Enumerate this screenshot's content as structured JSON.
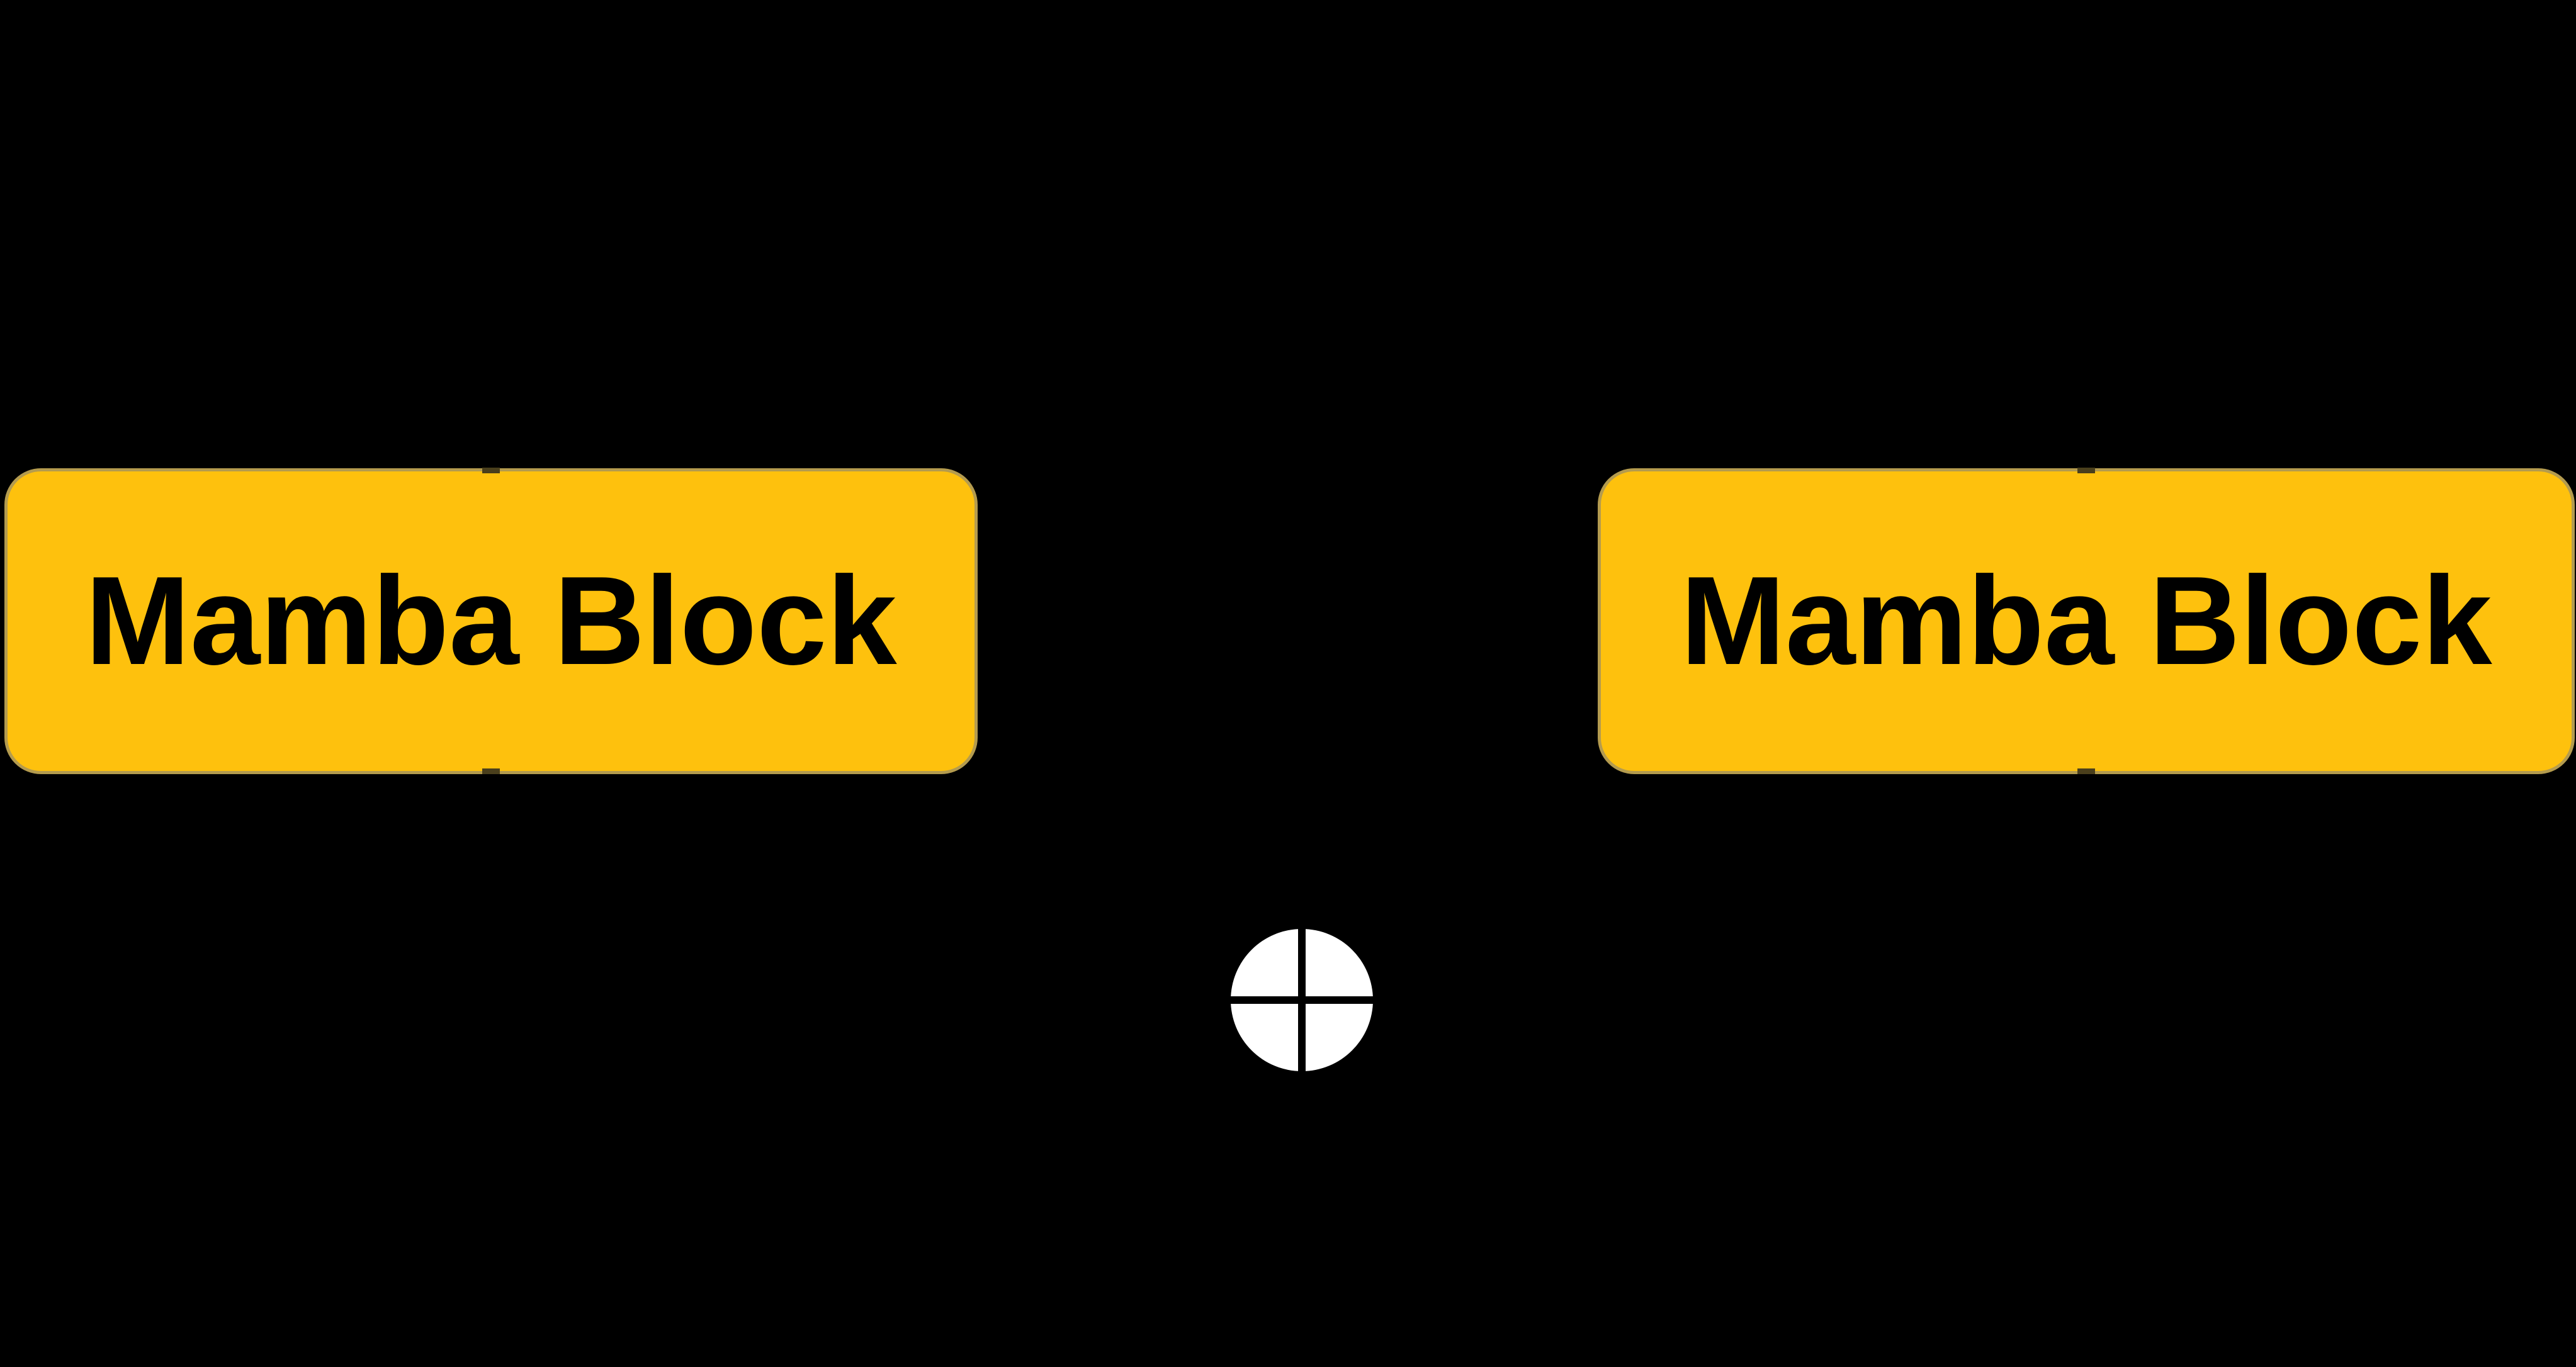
{
  "figure": {
    "description": "Architecture diagram fragment on black background",
    "blocks": [
      {
        "id": "mamba-block-left",
        "label": "Mamba Block"
      },
      {
        "id": "mamba-block-right",
        "label": "Mamba Block"
      }
    ],
    "operator": {
      "name": "elementwise-add",
      "symbol": "circled-plus"
    },
    "colors": {
      "background": "#000000",
      "block_fill": "#FEC10D",
      "block_border": "#B49B4E",
      "block_text": "#000000",
      "operator_circle": "#FFFFFF",
      "operator_cross": "#000000",
      "connector_mark": "#4A3F1C"
    }
  }
}
